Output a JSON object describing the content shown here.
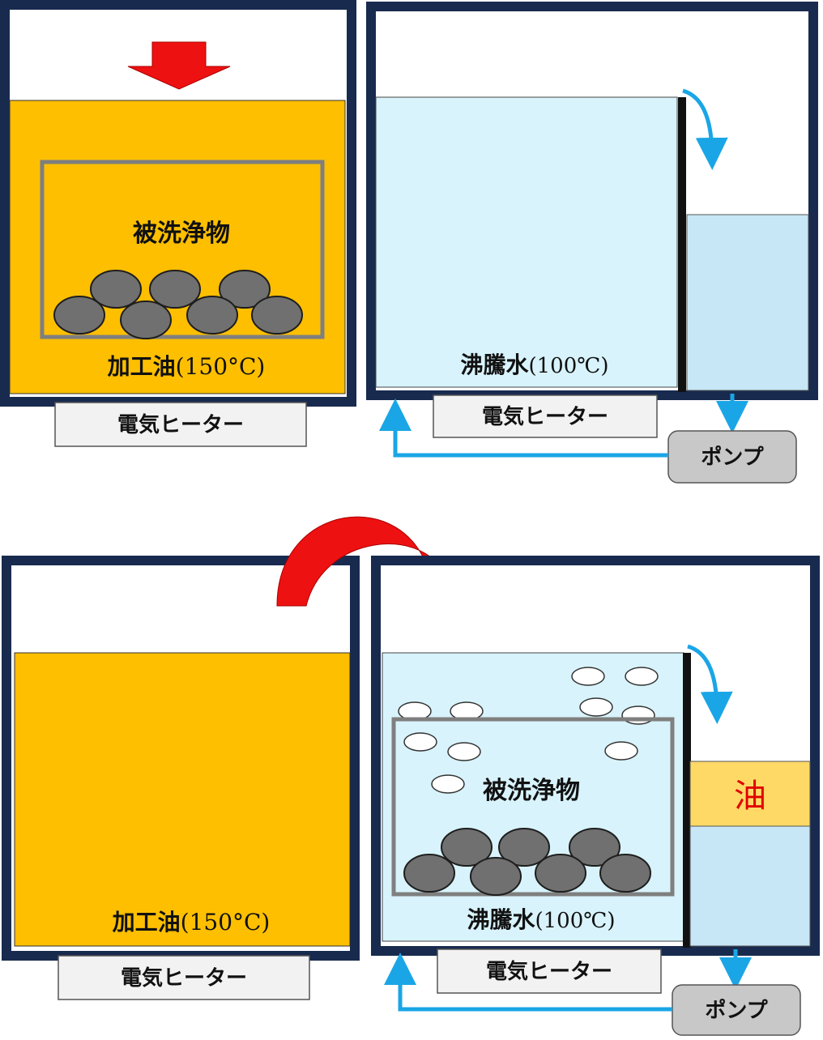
{
  "labels": {
    "object": "被洗浄物",
    "oil_name": "加工油",
    "oil_temp": "(150°C)",
    "water_name": "沸騰水",
    "water_temp": "(100℃)",
    "heater": "電気ヒーター",
    "pump": "ポンプ",
    "oil_layer": "油"
  },
  "colors": {
    "tank_border": "#182a4e",
    "oil": "#fdbf00",
    "water": "#d8f3fb",
    "overflow_water": "#c7e7f7",
    "oil_layer": "#ffd966",
    "basket": "#7f7f7f",
    "workpiece": "#707070",
    "arrow_red": "#ee1111",
    "flow_blue": "#1aa6e6",
    "heater_fill": "#f2f2f2",
    "pump_fill": "#c8c8c8"
  },
  "icons": [
    "down-arrow-icon",
    "curved-transfer-arrow-icon",
    "overflow-arrow-icon",
    "return-flow-arrow-icon",
    "bubble-icon"
  ]
}
